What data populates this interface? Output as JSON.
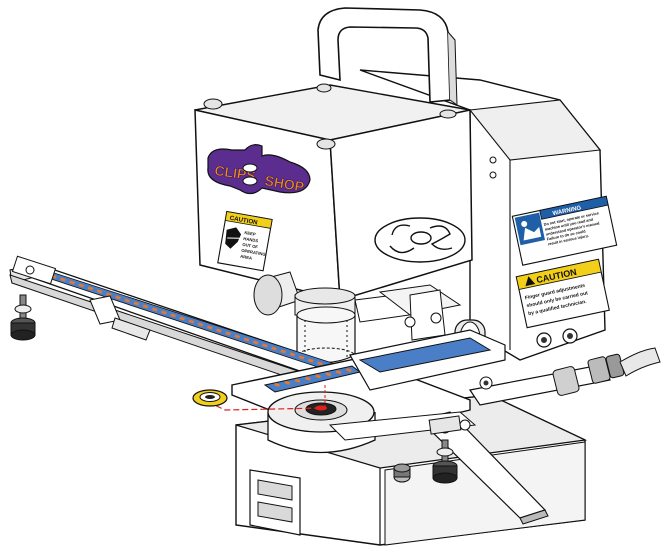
{
  "brand_logo": {
    "text_left": "CLIPS",
    "text_right": "SHOP"
  },
  "labels": {
    "caution_front": {
      "heading": "CAUTION",
      "lines": [
        "KEEP",
        "HANDS",
        "OUT OF",
        "OPERATING",
        "AREA"
      ]
    },
    "warning_side": {
      "heading": "WARNING",
      "lines": [
        "Do not start, operate or service",
        "machine until you read and",
        "understand operator's manual.",
        "Failure to do so could",
        "result in serious injury."
      ]
    },
    "caution_side": {
      "heading": "CAUTION",
      "lines": [
        "Finger guard adjustments",
        "should only be carried out",
        "by a qualified technician."
      ]
    }
  },
  "colors": {
    "line": "#111111",
    "body_fill": "#ffffff",
    "shade": "#d9d9d9",
    "dark_shade": "#9a9a9a",
    "caution_yellow": "#f2cf1a",
    "warning_blue": "#1f5fa8",
    "logo_orange": "#f28a1c",
    "logo_purple": "#5b2d8f",
    "track_blue": "#4a7fc8",
    "track_orange": "#e8782a",
    "laser_red": "#e0201c"
  }
}
